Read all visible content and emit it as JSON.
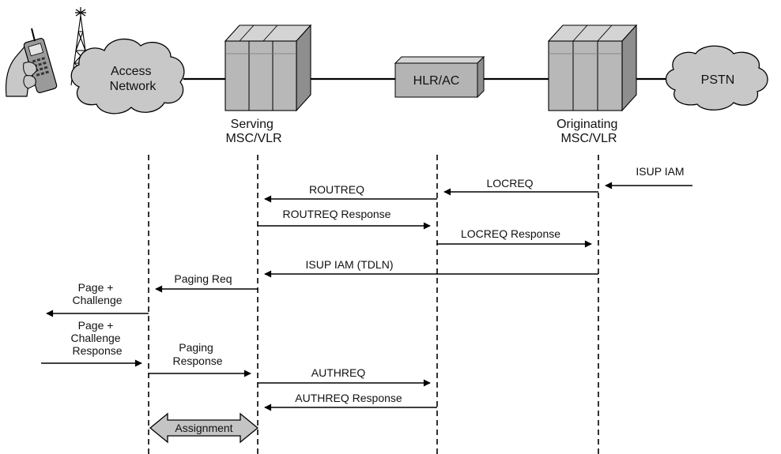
{
  "nodes": {
    "access_network": "Access\nNetwork",
    "serving": "Serving\nMSC/VLR",
    "hlr": "HLR/AC",
    "originating": "Originating\nMSC/VLR",
    "pstn": "PSTN"
  },
  "messages": [
    {
      "label": "ISUP IAM",
      "from": "right-edge",
      "to": "originating"
    },
    {
      "label": "LOCREQ",
      "from": "originating",
      "to": "hlr"
    },
    {
      "label": "ROUTREQ",
      "from": "hlr",
      "to": "serving"
    },
    {
      "label": "ROUTREQ Response",
      "from": "serving",
      "to": "hlr"
    },
    {
      "label": "LOCREQ Response",
      "from": "hlr",
      "to": "originating"
    },
    {
      "label": "ISUP IAM (TDLN)",
      "from": "originating",
      "to": "serving"
    },
    {
      "label": "Paging Req",
      "from": "serving",
      "to": "access_network"
    },
    {
      "label": "Page +\nChallenge",
      "from": "access_network",
      "to": "left-edge"
    },
    {
      "label": "Page +\nChallenge\nResponse",
      "from": "left-edge",
      "to": "access_network"
    },
    {
      "label": "Paging\nResponse",
      "from": "access_network",
      "to": "serving"
    },
    {
      "label": "AUTHREQ",
      "from": "serving",
      "to": "hlr"
    },
    {
      "label": "AUTHREQ Response",
      "from": "hlr",
      "to": "serving"
    }
  ],
  "assignment": "Assignment",
  "colors": {
    "cloud_fill": "#c8c8c8",
    "box_fill": "#b4b4b4",
    "switch_front": "#b8b8b8",
    "switch_top": "#d4d4d4",
    "switch_side": "#8e8e8e",
    "assignment_fill": "#c4c4c4"
  }
}
